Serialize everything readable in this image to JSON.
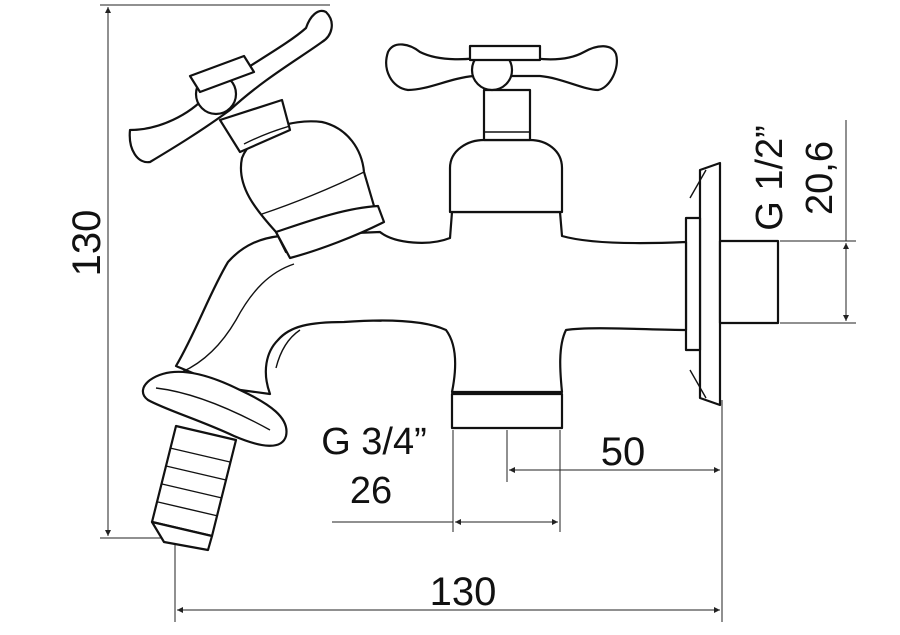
{
  "dimensions": {
    "height_total": "130",
    "width_total": "130",
    "offset_horizontal": "50",
    "outlet_thread": "G 3/4”",
    "outlet_size": "26",
    "inlet_thread": "G 1/2”",
    "inlet_size": "20,6"
  }
}
